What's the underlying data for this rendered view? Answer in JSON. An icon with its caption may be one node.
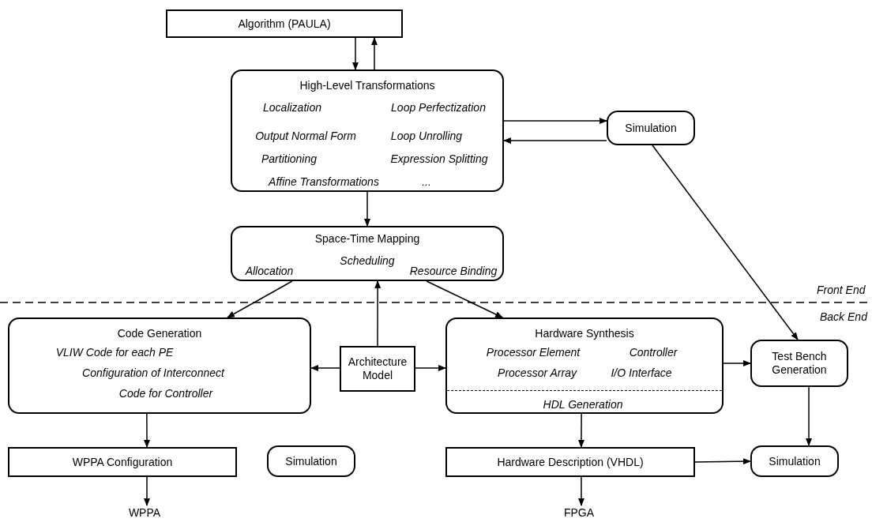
{
  "diagram": {
    "nodes": [
      {
        "text": [
          "Algorithm (PAULA)"
        ]
      },
      {
        "text": [
          "High-Level Transformations",
          "Localization",
          "Loop Perfectization",
          "Output Normal Form",
          "Loop Unrolling",
          "Partitioning",
          "Expression Splitting",
          "Affine Transformations",
          "..."
        ]
      },
      {
        "text": [
          "Simulation"
        ]
      },
      {
        "text": [
          "Space-Time Mapping",
          "Allocation",
          "Scheduling",
          "Resource Binding"
        ]
      },
      {
        "text": [
          "Code Generation",
          "VLIW Code for each PE",
          "Configuration of Interconnect",
          "Code for Controller"
        ]
      },
      {
        "text": [
          "Architecture Model"
        ]
      },
      {
        "text": [
          "Hardware Synthesis",
          "Processor Element",
          "Controller",
          "Processor Array",
          "I/O Interface",
          "HDL Generation"
        ]
      },
      {
        "text": [
          "Test Bench Generation"
        ]
      },
      {
        "text": [
          "WPPA Configuration"
        ]
      },
      {
        "text": [
          "Simulation"
        ]
      },
      {
        "text": [
          "Hardware Description (VHDL)"
        ]
      },
      {
        "text": [
          "Simulation"
        ]
      },
      {
        "text": [
          "WPPA"
        ]
      },
      {
        "text": [
          "FPGA"
        ]
      }
    ],
    "edges": [
      {
        "from": 0,
        "to": 1,
        "arrow": "to"
      },
      {
        "from": 1,
        "to": 0,
        "arrow": "to"
      },
      {
        "from": 1,
        "to": 2,
        "arrow": "to"
      },
      {
        "from": 2,
        "to": 1,
        "arrow": "to"
      },
      {
        "from": 1,
        "to": 3,
        "arrow": "to"
      },
      {
        "from": 3,
        "to": 4,
        "arrow": "to"
      },
      {
        "from": 3,
        "to": 6,
        "arrow": "to"
      },
      {
        "from": 5,
        "to": 3,
        "arrow": "to"
      },
      {
        "from": 5,
        "to": 4,
        "arrow": "to"
      },
      {
        "from": 5,
        "to": 6,
        "arrow": "to"
      },
      {
        "from": 2,
        "to": 7,
        "arrow": "to"
      },
      {
        "from": 6,
        "to": 7,
        "arrow": "to"
      },
      {
        "from": 7,
        "to": 11,
        "arrow": "to"
      },
      {
        "from": 4,
        "to": 8,
        "arrow": "to"
      },
      {
        "from": 6,
        "to": 10,
        "arrow": "to"
      },
      {
        "from": 10,
        "to": 11,
        "arrow": "to"
      },
      {
        "from": 8,
        "to": 12,
        "arrow": "to"
      },
      {
        "from": 10,
        "to": 13,
        "arrow": "to"
      }
    ],
    "labels": [
      "Front End",
      "Back End"
    ]
  }
}
